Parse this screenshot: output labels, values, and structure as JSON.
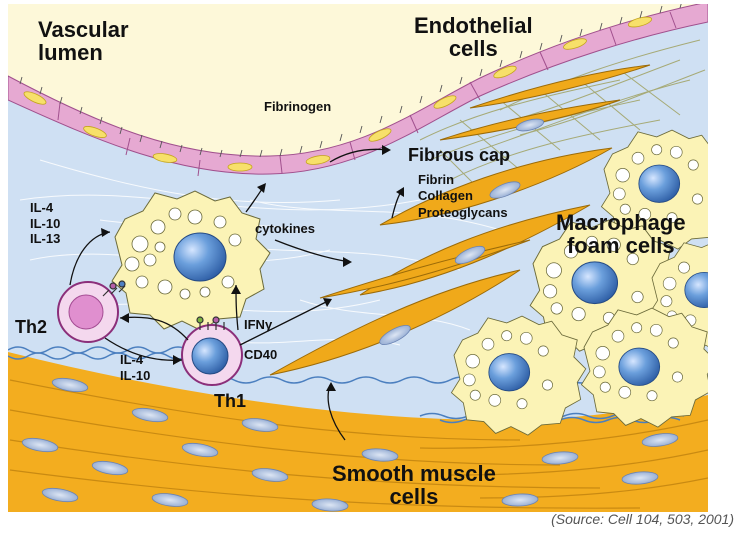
{
  "labels": {
    "vascular_lumen": "Vascular\nlumen",
    "endothelial_cells": "Endothelial\ncells",
    "fibrinogen": "Fibrinogen",
    "fibrous_cap": "Fibrous cap",
    "fibrous_components": "Fibrin\nCollagen\nProteoglycans",
    "cytokines": "cytokines",
    "macrophage_foam_cells": "Macrophage\nfoam cells",
    "th2_cytokines": "IL-4\nIL-10\nIL-13",
    "th2": "Th2",
    "th1": "Th1",
    "th1_to_th2_cytokines": "IL-4\nIL-10",
    "ifn_gamma": "IFNγ",
    "cd40": "CD40",
    "smooth_muscle_cells": "Smooth muscle\ncells"
  },
  "source": "(Source: Cell 104, 503, 2001)",
  "colors": {
    "lumen": "#fdf8d9",
    "intima": "#cfe0f3",
    "media": "#f3ad1f",
    "endothelium": "#e6a9d2",
    "smooth_muscle": "#f0a91a",
    "nucleus": "#5a8fd0",
    "foam_cell": "#fbf3b6"
  }
}
